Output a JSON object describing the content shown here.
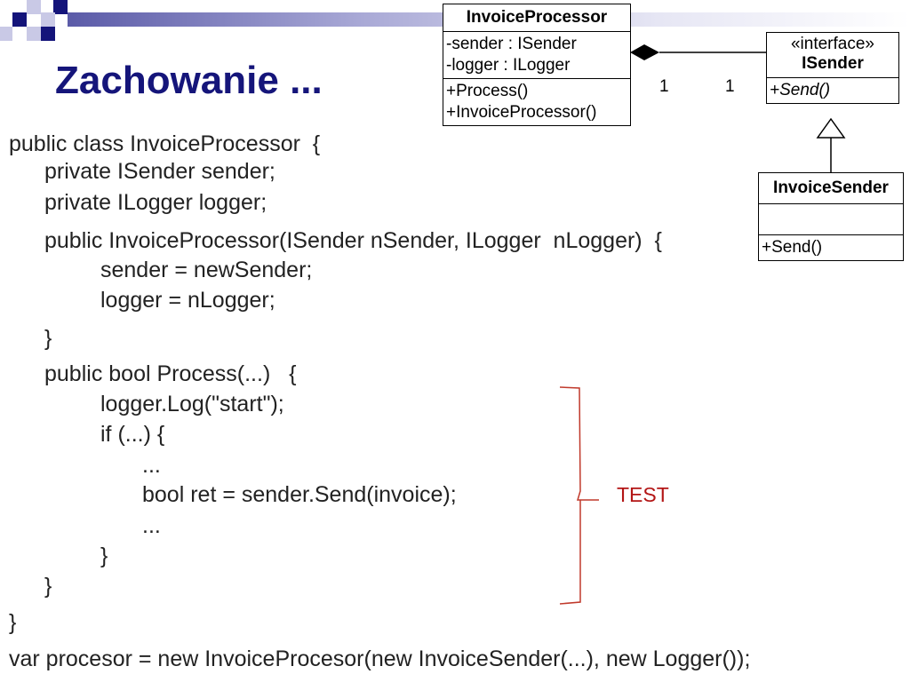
{
  "title": "Zachowanie ...",
  "colors": {
    "title": "#15157a",
    "brace": "#c0392b",
    "test_label": "#b31515"
  },
  "code": {
    "lines": [
      "public class InvoiceProcessor  {",
      "private ISender sender;",
      "private ILogger logger;",
      "public InvoiceProcessor(ISender nSender, ILogger  nLogger)  {",
      "sender = newSender;",
      "logger = nLogger;",
      "}",
      "public bool Process(...)   {",
      "logger.Log(\"start\");",
      "if (...) {",
      "...",
      "bool ret = sender.Send(invoice);",
      "...",
      "}",
      "}",
      "}",
      "var procesor = new InvoiceProcesor(new InvoiceSender(...), new Logger());"
    ]
  },
  "uml": {
    "invoice_processor": {
      "name": "InvoiceProcessor",
      "attributes": [
        "-sender : ISender",
        "-logger : ILogger"
      ],
      "operations": [
        "+Process()",
        "+InvoiceProcessor()"
      ]
    },
    "isender": {
      "stereotype": "«interface»",
      "name": "ISender",
      "operations": [
        "+Send()"
      ]
    },
    "invoice_sender": {
      "name": "InvoiceSender",
      "attributes": [],
      "operations": [
        "+Send()"
      ]
    },
    "association": {
      "multiplicity_left": "1",
      "multiplicity_right": "1"
    }
  },
  "annotation": {
    "label": "TEST"
  }
}
